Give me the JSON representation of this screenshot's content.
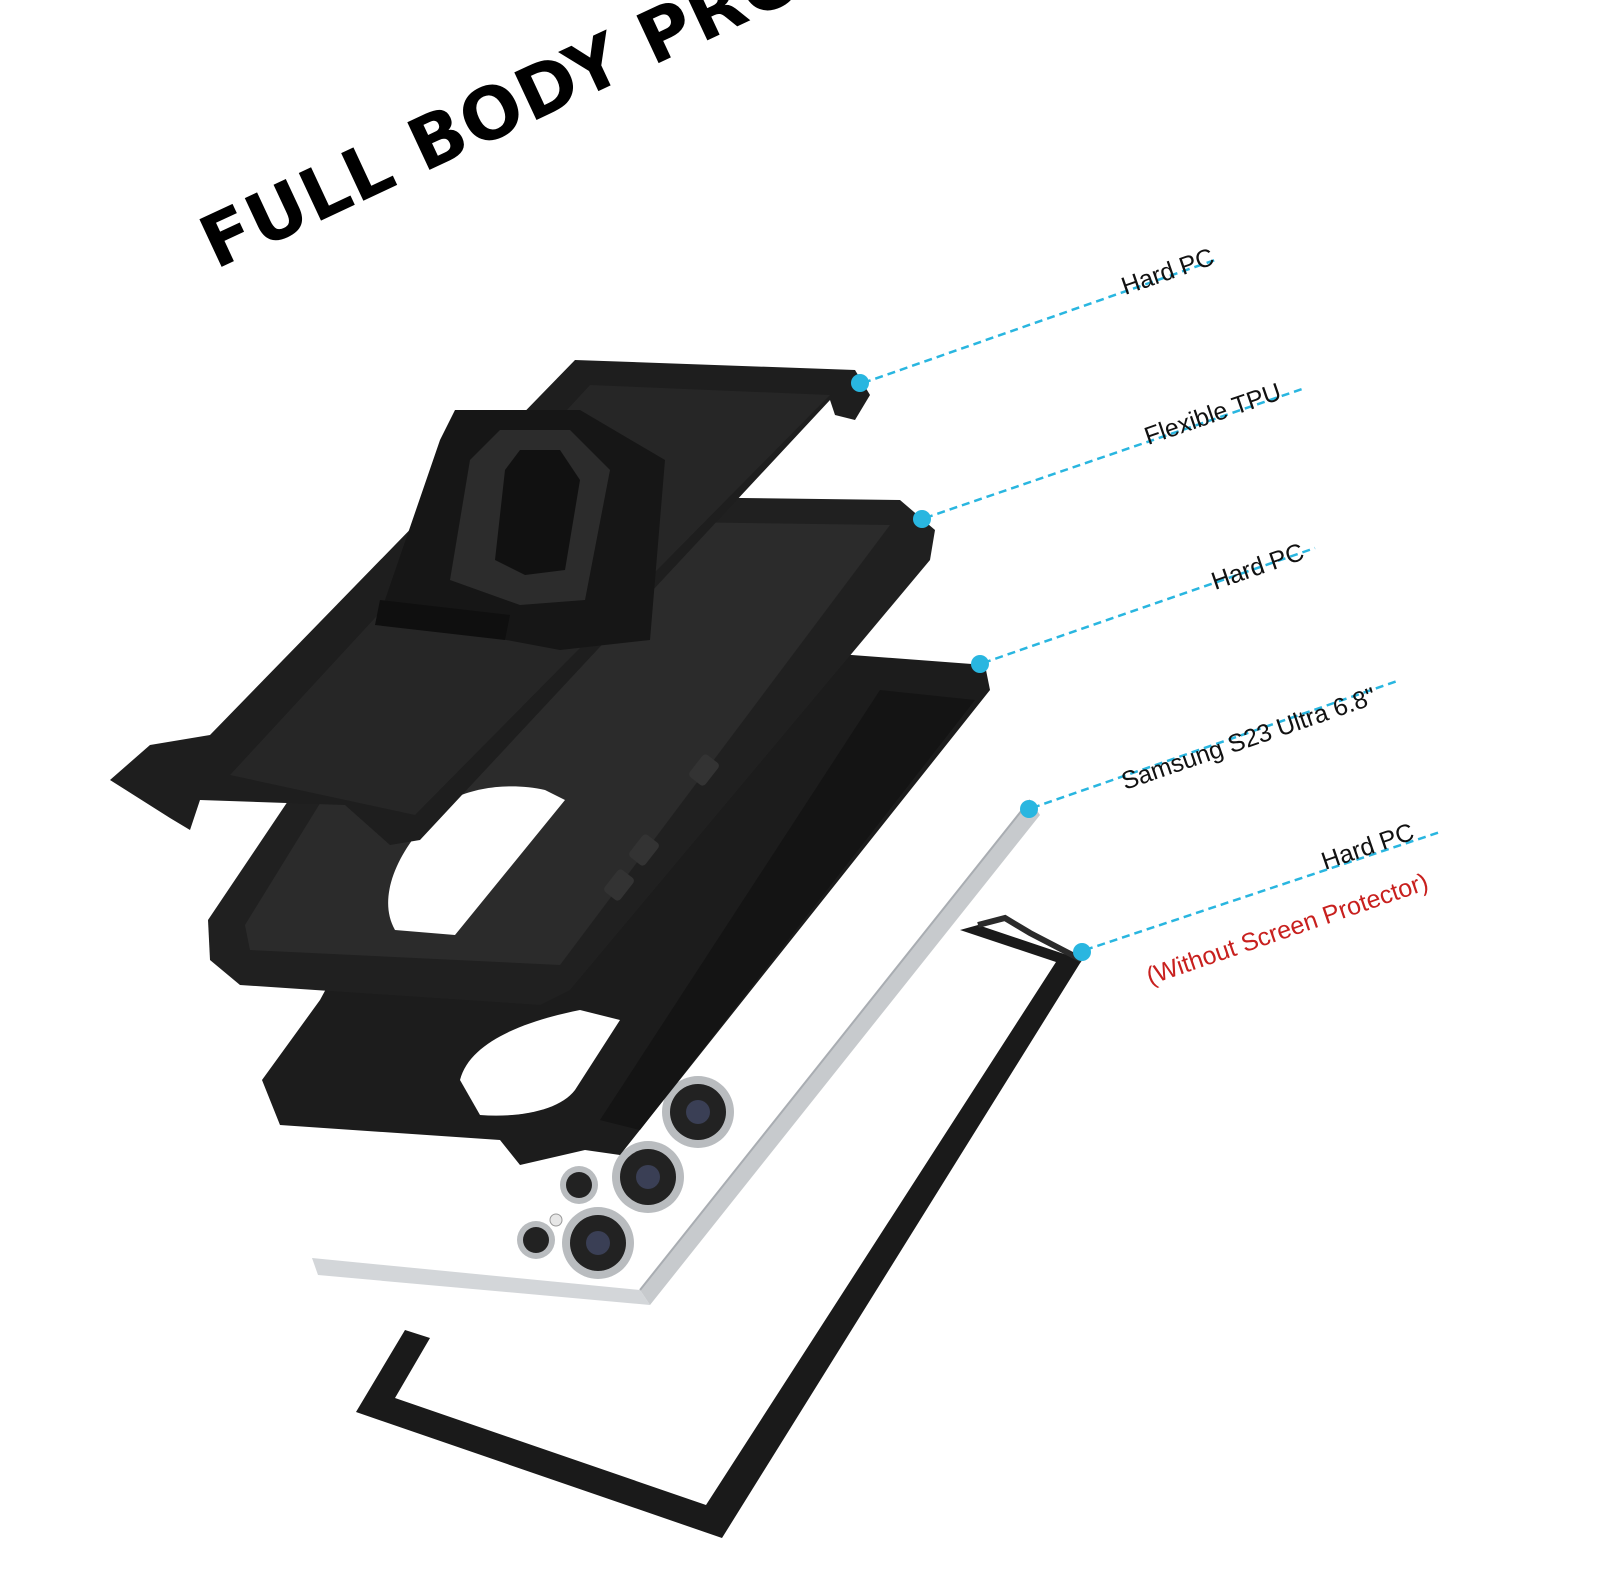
{
  "headline": "FULL BODY PROTECTION",
  "colors": {
    "leader_line": "#29b6e0",
    "note_text": "#c8201e",
    "case_black": "#1b1b1b",
    "phone_white": "#ffffff",
    "phone_frame": "#c9ccd0"
  },
  "callouts": [
    {
      "label": "Hard PC"
    },
    {
      "label": "Flexible TPU"
    },
    {
      "label": "Hard PC"
    },
    {
      "label": "Samsung S23 Ultra 6.8\""
    },
    {
      "label": "Hard PC",
      "note": "(Without Screen Protector)"
    }
  ]
}
